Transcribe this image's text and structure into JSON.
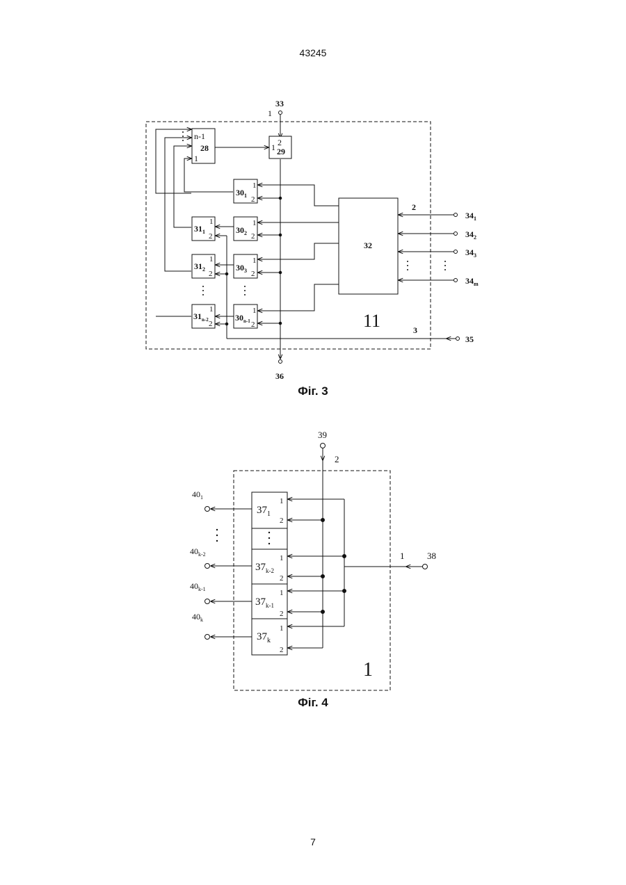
{
  "page": {
    "header": "43245",
    "number": "7"
  },
  "fig3": {
    "caption": "Фіг. 3",
    "block_label": "11",
    "terminals": {
      "t33": "33",
      "t36": "36",
      "t35": "35"
    },
    "pins": {
      "p1": "1",
      "p2": "2",
      "p3": "3"
    },
    "blk28": {
      "name": "28",
      "in_top": "n-1",
      "in_bottom": "1"
    },
    "blk29": {
      "name": "29",
      "pin1": "1",
      "pin2": "2"
    },
    "blk32": {
      "name": "32"
    },
    "b30": [
      {
        "num": "30",
        "sub": "1"
      },
      {
        "num": "30",
        "sub": "2"
      },
      {
        "num": "30",
        "sub": "3"
      },
      {
        "num": "30",
        "sub": "n-1"
      }
    ],
    "b31": [
      {
        "num": "31",
        "sub": "1"
      },
      {
        "num": "31",
        "sub": "2"
      },
      {
        "num": "31",
        "sub": "n-2"
      }
    ],
    "in34": [
      {
        "num": "34",
        "sub": "1"
      },
      {
        "num": "34",
        "sub": "2"
      },
      {
        "num": "34",
        "sub": "3"
      },
      {
        "num": "34",
        "sub": "m"
      }
    ],
    "box_pin1": "1",
    "box_pin2": "2"
  },
  "fig4": {
    "caption": "Фіг. 4",
    "block_label": "1",
    "t39": "39",
    "t38": "38",
    "pin2": "2",
    "pin1": "1",
    "b37": [
      {
        "num": "37",
        "sub": "1"
      },
      {
        "num": "37",
        "sub": "k-2"
      },
      {
        "num": "37",
        "sub": "k-1"
      },
      {
        "num": "37",
        "sub": "k"
      }
    ],
    "out40": [
      {
        "num": "40",
        "sub": "1"
      },
      {
        "num": "40",
        "sub": "k-2"
      },
      {
        "num": "40",
        "sub": "k-1"
      },
      {
        "num": "40",
        "sub": "k"
      }
    ],
    "box_pin1": "1",
    "box_pin2": "2"
  }
}
